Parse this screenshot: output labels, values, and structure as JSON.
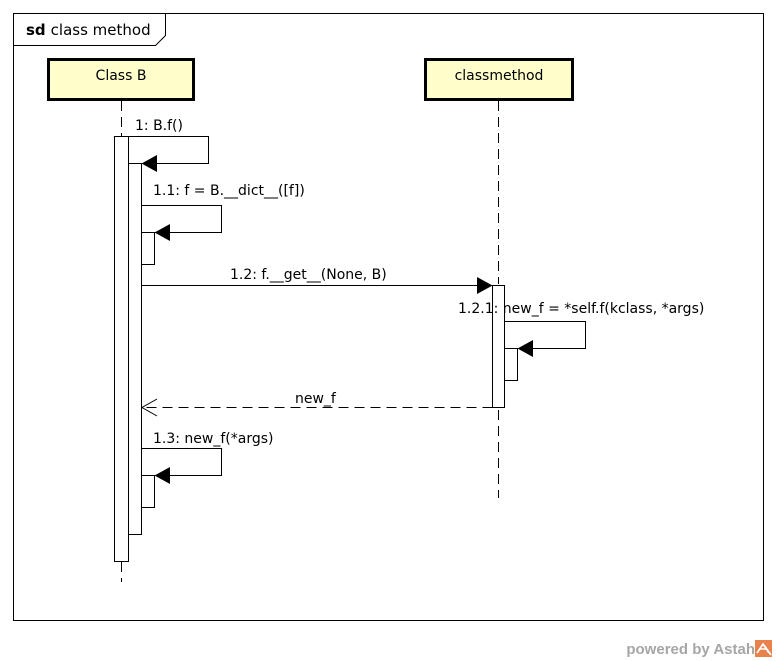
{
  "frame": {
    "keyword": "sd",
    "name": "class method"
  },
  "lifelines": [
    {
      "name": "Class B",
      "fill": "#ffffcc"
    },
    {
      "name": "classmethod",
      "fill": "#ffffcc"
    }
  ],
  "messages": [
    {
      "label": "1: B.f()",
      "type": "self-sync"
    },
    {
      "label": "1.1: f = B.__dict__([f])",
      "type": "self-sync"
    },
    {
      "label": "1.2: f.__get__(None, B)",
      "type": "sync"
    },
    {
      "label": "1.2.1: new_f = *self.f(kclass, *args)",
      "type": "self-sync"
    },
    {
      "label": "new_f",
      "type": "return"
    },
    {
      "label": "1.3: new_f(*args)",
      "type": "self-sync"
    }
  ],
  "watermark": {
    "text": "powered by Astah",
    "logo_color": "#e8824a"
  }
}
